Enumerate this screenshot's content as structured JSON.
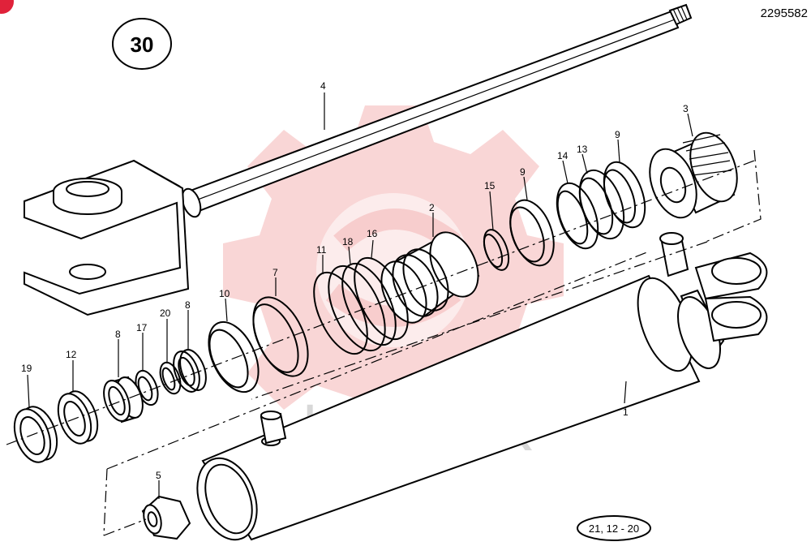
{
  "diagram": {
    "page_number": "30",
    "drawing_id": "2295582",
    "reference": "21, 12 - 20",
    "watermark_text": "ИНТЕХ",
    "watermark_color": "#f4b4b4",
    "corner_badge_color": "#e0223a"
  },
  "parts": [
    {
      "id": "p1",
      "label": "1"
    },
    {
      "id": "p2",
      "label": "2"
    },
    {
      "id": "p3",
      "label": "3"
    },
    {
      "id": "p4",
      "label": "4"
    },
    {
      "id": "p5",
      "label": "5"
    },
    {
      "id": "p7",
      "label": "7"
    },
    {
      "id": "p8a",
      "label": "8"
    },
    {
      "id": "p8b",
      "label": "8"
    },
    {
      "id": "p9a",
      "label": "9"
    },
    {
      "id": "p9b",
      "label": "9"
    },
    {
      "id": "p10",
      "label": "10"
    },
    {
      "id": "p11",
      "label": "11"
    },
    {
      "id": "p12",
      "label": "12"
    },
    {
      "id": "p13",
      "label": "13"
    },
    {
      "id": "p14",
      "label": "14"
    },
    {
      "id": "p15",
      "label": "15"
    },
    {
      "id": "p16",
      "label": "16"
    },
    {
      "id": "p17",
      "label": "17"
    },
    {
      "id": "p18",
      "label": "18"
    },
    {
      "id": "p19",
      "label": "19"
    },
    {
      "id": "p20",
      "label": "20"
    }
  ]
}
